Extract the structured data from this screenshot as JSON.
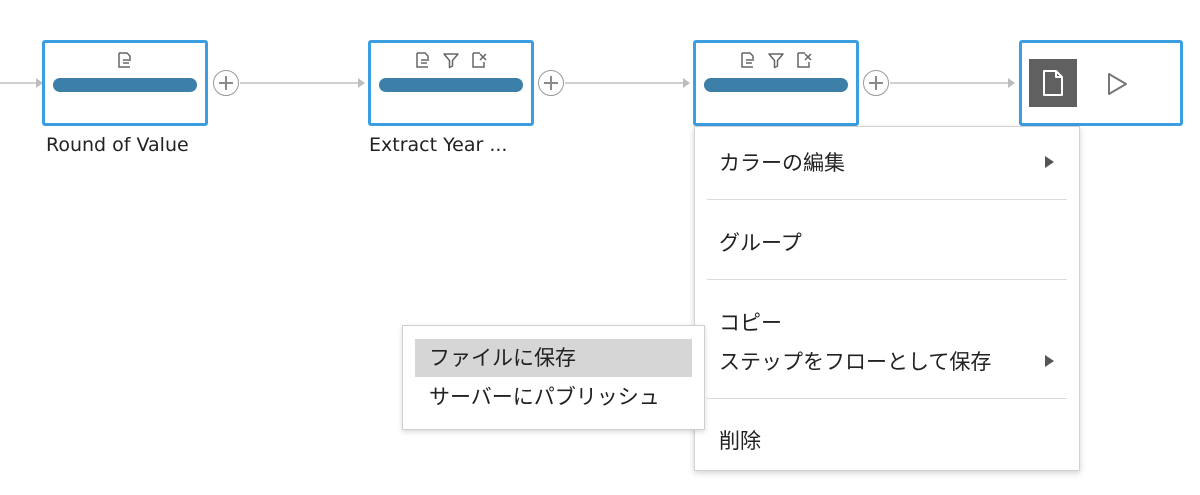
{
  "flow": {
    "steps": [
      {
        "label": "Round of Value"
      },
      {
        "label": "Extract Year ..."
      },
      {
        "label": ""
      }
    ],
    "output": {
      "doc_icon": "document-icon",
      "run_icon": "play-icon"
    }
  },
  "context_menu": {
    "items": [
      {
        "label": "カラーの編集"
      },
      {
        "label": "グループ"
      },
      {
        "label": "コピー"
      },
      {
        "label": "ステップをフローとして保存"
      },
      {
        "label": "削除"
      }
    ]
  },
  "submenu": {
    "items": [
      {
        "label": "ファイルに保存",
        "highlighted": true
      },
      {
        "label": "サーバーにパブリッシュ",
        "highlighted": false
      }
    ]
  },
  "colors": {
    "node_border": "#3a9ee0",
    "step_bar": "#3c7fa8",
    "highlight": "#d6d6d6"
  }
}
